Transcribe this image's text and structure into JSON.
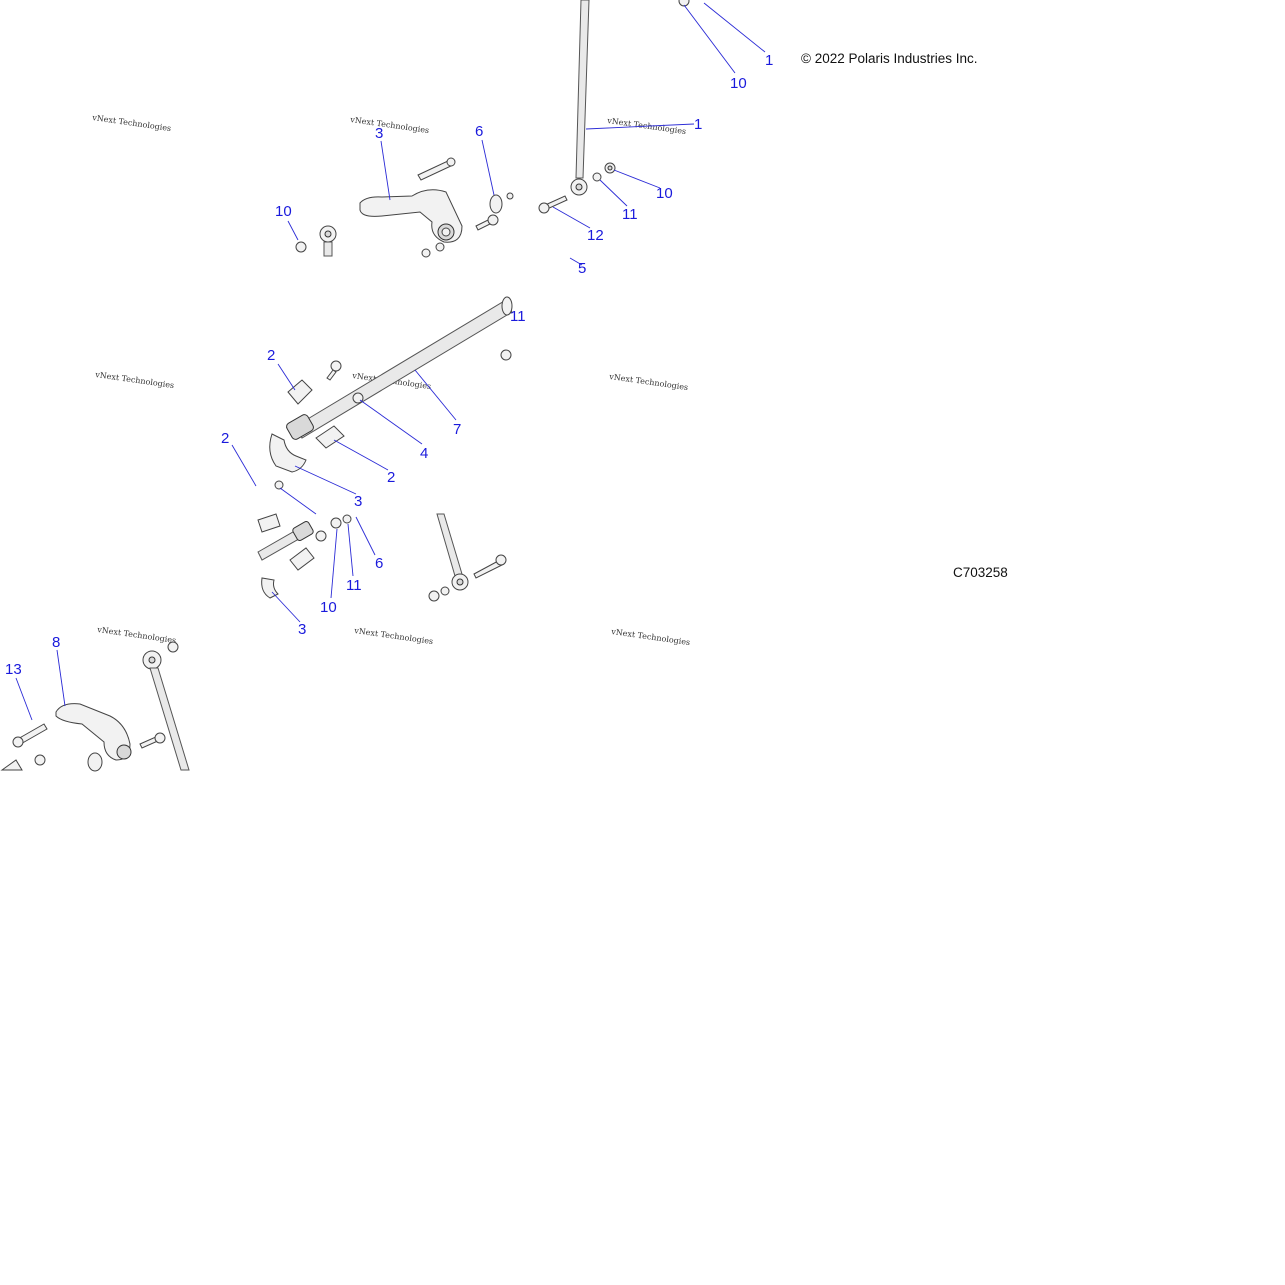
{
  "copyright": "© 2022 Polaris Industries Inc.",
  "figure_code": "C703258",
  "watermark_text": "vNext Technologies",
  "colors": {
    "callout": "#1a1adc",
    "leader": "#2b2bd6",
    "text": "#111111",
    "part_outline": "#444444"
  },
  "callouts": {
    "c01": "1",
    "c02": "10",
    "c03": "1",
    "c04": "3",
    "c05": "6",
    "c06": "10",
    "c07": "10",
    "c08": "11",
    "c09": "12",
    "c10": "5",
    "c11": "11",
    "c12": "2",
    "c13": "7",
    "c14": "4",
    "c15": "2",
    "c16": "2",
    "c17": "3",
    "c18": "6",
    "c19": "11",
    "c20": "10",
    "c21": "3",
    "c22": "8",
    "c23": "13"
  }
}
